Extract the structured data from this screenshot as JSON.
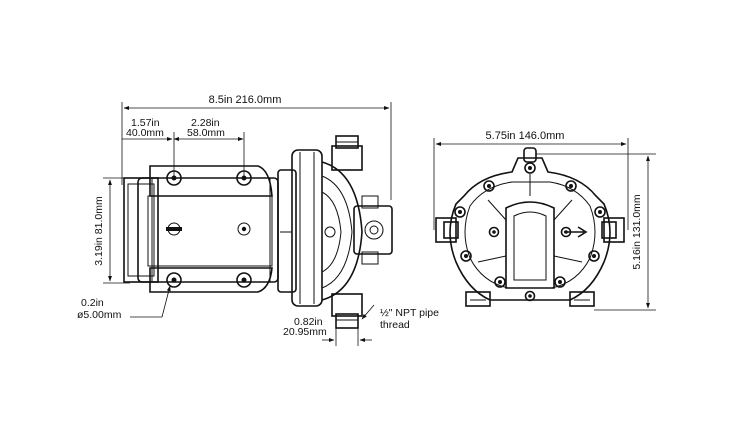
{
  "diagram": {
    "overall_length": "8.5in 216.0mm",
    "hole_offset_1a": "1.57in",
    "hole_offset_1b": "40.0mm",
    "hole_offset_2a": "2.28in",
    "hole_offset_2b": "58.0mm",
    "base_height": "3.19in 81.0mm",
    "hole_diameter_a": "0.2in",
    "hole_diameter_b": "ø5.00mm",
    "port_offset_a": "0.82in",
    "port_offset_b": "20.95mm",
    "thread_label_a": "½\" NPT pipe",
    "thread_label_b": "thread",
    "front_width": "5.75in 146.0mm",
    "front_height": "5.16in 131.0mm"
  }
}
